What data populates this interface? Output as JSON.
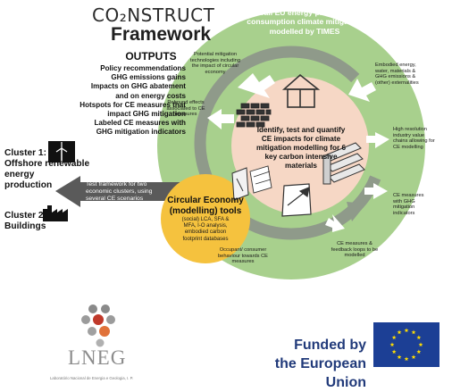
{
  "logo": {
    "line1": "CO₂NSTRUCT",
    "line2": "Framework"
  },
  "outputs": {
    "title": "OUTPUTS",
    "items": [
      "Policy recommendations",
      "GHG emissions gains",
      "Impacts on GHG abatement",
      "and on energy costs",
      "Hotspots for CE measures that",
      "impact GHG mitigation",
      "Labeled CE measures with",
      "GHG mitigation indicators"
    ]
  },
  "energy_circle": {
    "title_lines": [
      "Overall EU energy production &",
      "consumption climate mitigation",
      "modelled by TIMES"
    ]
  },
  "labels": {
    "potential_mitigation": [
      "Potential mitigation",
      "technologies including",
      "the impact of circular",
      "economy"
    ],
    "rebound": [
      "Rebound effects",
      "associated to CE",
      "measures"
    ],
    "embodied": [
      "Embodied energy,",
      "water, materials &",
      "GHG emissions &",
      "(other) externalities"
    ],
    "high_res": [
      "High resolution",
      "industry value",
      "chains allowing for",
      "CE modelling"
    ],
    "ce_ghg": [
      "CE measures",
      "with GHG",
      "mitigation",
      "indicators"
    ],
    "feedback": [
      "CE measures &",
      "feedback loops to be",
      "modelled"
    ],
    "consumer": [
      "Occupant/ consumer",
      "behaviour towards CE",
      "measures"
    ]
  },
  "center": [
    "Identify, test and quantify",
    "CE impacts for climate",
    "mitigation modelling for 6",
    "key carbon intensive",
    "materials"
  ],
  "clusters": {
    "c1": [
      "Cluster 1:",
      "Offshore renewable",
      "energy",
      "production"
    ],
    "c2": "Cluster 2:",
    "c2b": "Buildings"
  },
  "test_arrow": [
    "Test framework for two",
    "economic clusters, using",
    "several CE scenarios"
  ],
  "ce_tools": {
    "title": [
      "Circular Economy",
      "(modelling) tools"
    ],
    "desc": [
      "(social) LCA, SFA &",
      "MFA, I-O analysis,",
      "embodied carbon",
      "footprint databases"
    ]
  },
  "funding": {
    "line1": "Funded by",
    "line2": "the European Union"
  },
  "lneg": {
    "name": "LNEG",
    "subtitle": "Laboratório Nacional de Energia e Geologia, I. P."
  },
  "icons": [
    "wind-turbine-icon",
    "factory-icon",
    "brick-wall-icon",
    "house-icon",
    "steel-beam-icon",
    "cement-bag-icon",
    "glass-pane-icon",
    "timber-planks-icon",
    "eu-flag-icon",
    "lneg-logo-icon"
  ],
  "colors": {
    "green_circle": "#a8d08d",
    "green_text": "#ffffff",
    "inner_circle": "#f6d7c5",
    "ring": "#8f9a8a",
    "yellow_circle": "#f5c23e",
    "dark_arrow": "#5a5a5a",
    "eu_blue": "#1c3f95",
    "eu_star": "#ffdd00",
    "funded_text": "#213a7a"
  }
}
